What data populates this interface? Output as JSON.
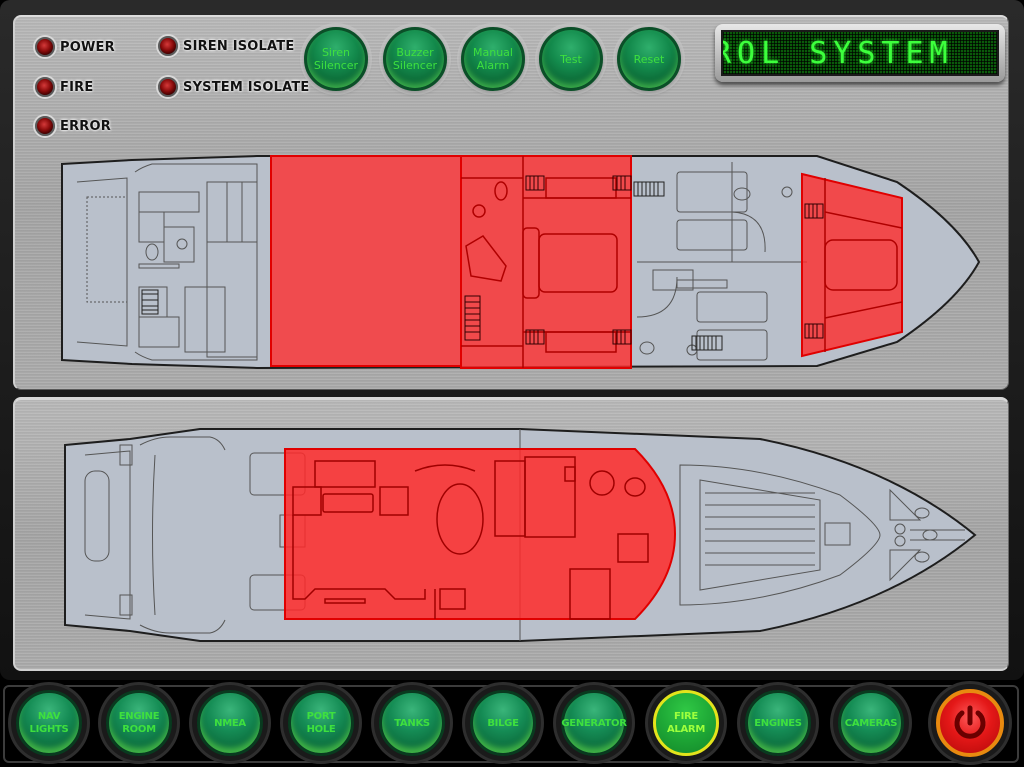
{
  "status_indicators": [
    {
      "id": "power",
      "label": "POWER",
      "state": "off"
    },
    {
      "id": "fire",
      "label": "FIRE",
      "state": "off"
    },
    {
      "id": "error",
      "label": "ERROR",
      "state": "off"
    },
    {
      "id": "siren-isolate",
      "label": "SIREN ISOLATE",
      "state": "off"
    },
    {
      "id": "system-isolate",
      "label": "SYSTEM ISOLATE",
      "state": "off"
    }
  ],
  "control_buttons": [
    {
      "id": "siren-silencer",
      "label": "Siren\nSilencer"
    },
    {
      "id": "buzzer-silencer",
      "label": "Buzzer\nSilencer"
    },
    {
      "id": "manual-alarm",
      "label": "Manual\nAlarm"
    },
    {
      "id": "test",
      "label": "Test"
    },
    {
      "id": "reset",
      "label": "Reset"
    }
  ],
  "led_display": {
    "text": "ROL SYSTEM",
    "visible_text": "?OL SYSTEM",
    "color": "#3dff3d"
  },
  "decks": {
    "lower_deck": {
      "alarm_zones": [
        "aft-guest-zone",
        "master-cabin",
        "forward-vip-cabin"
      ],
      "alarm_color": "#ff2020"
    },
    "main_deck": {
      "alarm_zones": [
        "salon-dining-galley"
      ],
      "alarm_color": "#ff2020"
    }
  },
  "nav_buttons": [
    {
      "id": "nav-lights",
      "label": "NAV\nLIGHTS",
      "active": false
    },
    {
      "id": "engine-room",
      "label": "ENGINE\nROOM",
      "active": false
    },
    {
      "id": "nmea",
      "label": "NMEA",
      "active": false
    },
    {
      "id": "port-hole",
      "label": "PORT\nHOLE",
      "active": false
    },
    {
      "id": "tanks",
      "label": "TANKS",
      "active": false
    },
    {
      "id": "bilge",
      "label": "BILGE",
      "active": false
    },
    {
      "id": "generator",
      "label": "GENERATOR",
      "active": false
    },
    {
      "id": "fire-alarm",
      "label": "FIRE\nALARM",
      "active": true
    },
    {
      "id": "engines",
      "label": "ENGINES",
      "active": false
    },
    {
      "id": "cameras",
      "label": "CAMERAS",
      "active": false
    }
  ],
  "power_button": {
    "icon": "power-icon",
    "color": "#e41818"
  },
  "colors": {
    "accent_green": "#3ee03e",
    "alarm_red": "#ff2020",
    "active_ring": "#e4e41c"
  }
}
